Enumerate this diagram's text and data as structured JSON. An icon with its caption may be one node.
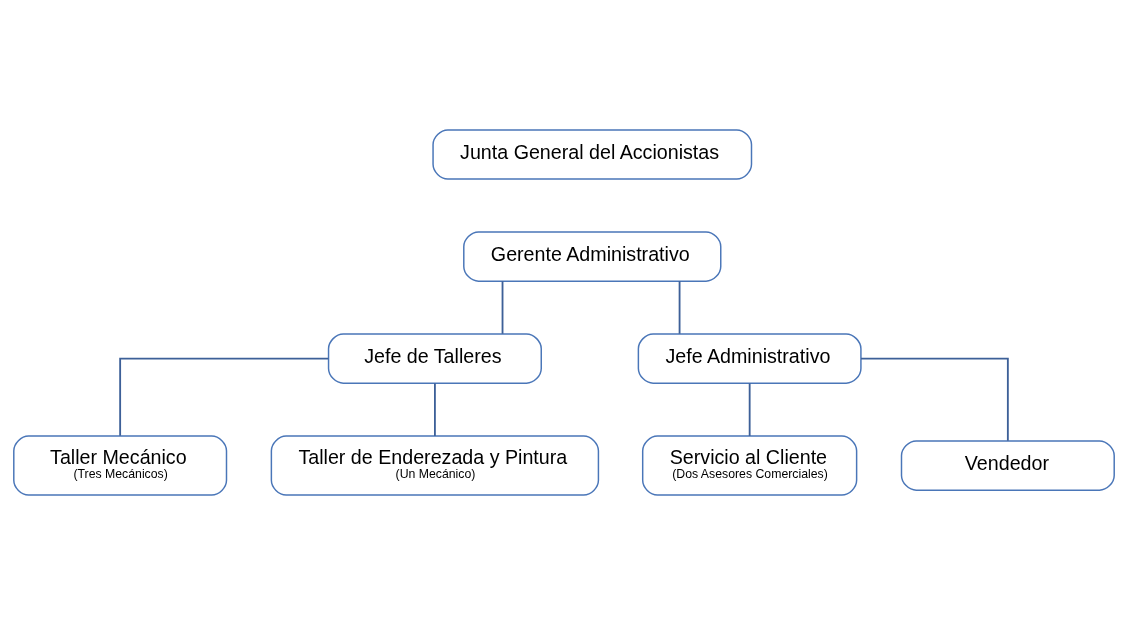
{
  "diagram": {
    "nodes": [
      {
        "text": [
          "Junta General del Accionistas"
        ]
      },
      {
        "text": [
          "Gerente Administrativo"
        ]
      },
      {
        "text": [
          "Jefe de Talleres"
        ]
      },
      {
        "text": [
          "Jefe Administrativo"
        ]
      },
      {
        "text": [
          "Taller Mecánico",
          "(Tres Mecánicos)"
        ]
      },
      {
        "text": [
          "Taller de Enderezada y Pintura",
          "(Un Mecánico)"
        ]
      },
      {
        "text": [
          "Servicio al Cliente",
          "(Dos Asesores Comerciales)"
        ]
      },
      {
        "text": [
          "Vendedor"
        ]
      }
    ],
    "edges": [
      {
        "from": 1,
        "to": 2,
        "arrow": "none"
      },
      {
        "from": 1,
        "to": 3,
        "arrow": "none"
      },
      {
        "from": 2,
        "to": 4,
        "arrow": "none"
      },
      {
        "from": 2,
        "to": 5,
        "arrow": "none"
      },
      {
        "from": 3,
        "to": 6,
        "arrow": "none"
      },
      {
        "from": 3,
        "to": 7,
        "arrow": "none"
      }
    ]
  }
}
